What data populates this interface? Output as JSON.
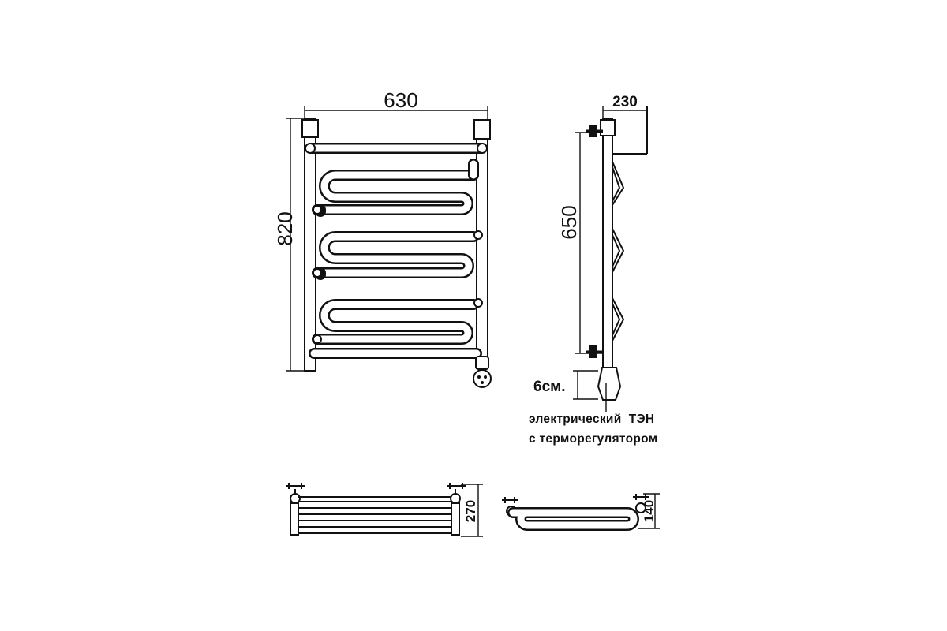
{
  "front_view": {
    "width_label": "630",
    "height_label": "820"
  },
  "side_view": {
    "depth_label": "230",
    "center_distance_label": "650",
    "offset_label": "6см.",
    "note_line_1": "электрический  ТЭН",
    "note_line_2": "с терморегулятором"
  },
  "top_view_left": {
    "depth_label": "270"
  },
  "top_view_right": {
    "depth_label": "140"
  }
}
